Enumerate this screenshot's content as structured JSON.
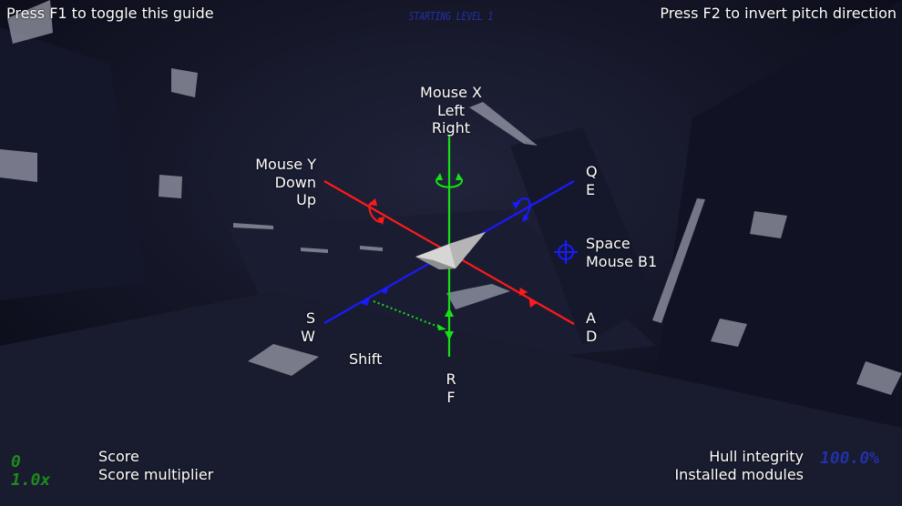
{
  "hud": {
    "help_toggle": "Press F1 to toggle this guide",
    "pitch_toggle": "Press F2 to invert pitch direction",
    "level_banner": "STARTING LEVEL 1"
  },
  "controls": {
    "yaw": [
      "Mouse X",
      "Left",
      "Right"
    ],
    "pitch": [
      "Mouse Y",
      "Down",
      "Up"
    ],
    "roll": [
      "Q",
      "E"
    ],
    "fire": [
      "Space",
      "Mouse B1"
    ],
    "strafe_side": [
      "A",
      "D"
    ],
    "strafe_fwd": [
      "S",
      "W"
    ],
    "boost": "Shift",
    "vertical": [
      "R",
      "F"
    ]
  },
  "stats": {
    "score_value": "0",
    "multiplier_value": "1.0x",
    "score_label": "Score",
    "multiplier_label": "Score multiplier",
    "hull_label": "Hull integrity",
    "hull_value": "100.0%",
    "modules_label": "Installed modules"
  },
  "colors": {
    "yaw_axis": "#16e016",
    "pitch_axis": "#ff1a1a",
    "roll_axis": "#1a1aff",
    "score_green": "#1d8a1d",
    "hull_blue": "#2231a8"
  }
}
